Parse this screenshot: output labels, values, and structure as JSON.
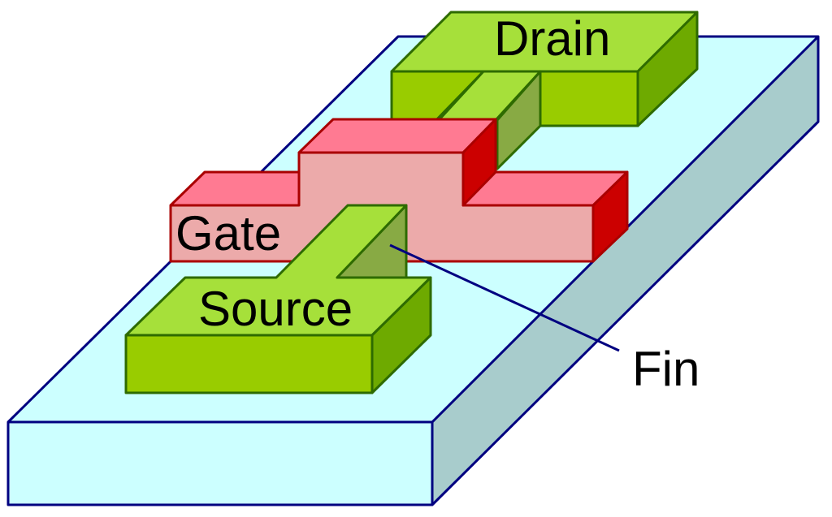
{
  "labels": {
    "drain": "Drain",
    "gate": "Gate",
    "source": "Source",
    "fin": "Fin"
  },
  "colors": {
    "substrate_top": "#ccffff",
    "substrate_front": "#ccffff",
    "substrate_side": "#a8cccc",
    "substrate_edge": "#000080",
    "green_top": "#a6e03a",
    "green_front": "#99cc00",
    "green_side": "#6eaa00",
    "green_edge": "#2e6b00",
    "fin_dark": "#88aa44",
    "gate_top": "#ff7a92",
    "gate_front": "#ecaaaa",
    "gate_side": "#cc0000",
    "gate_edge": "#aa0000",
    "leader_line": "#000080"
  }
}
